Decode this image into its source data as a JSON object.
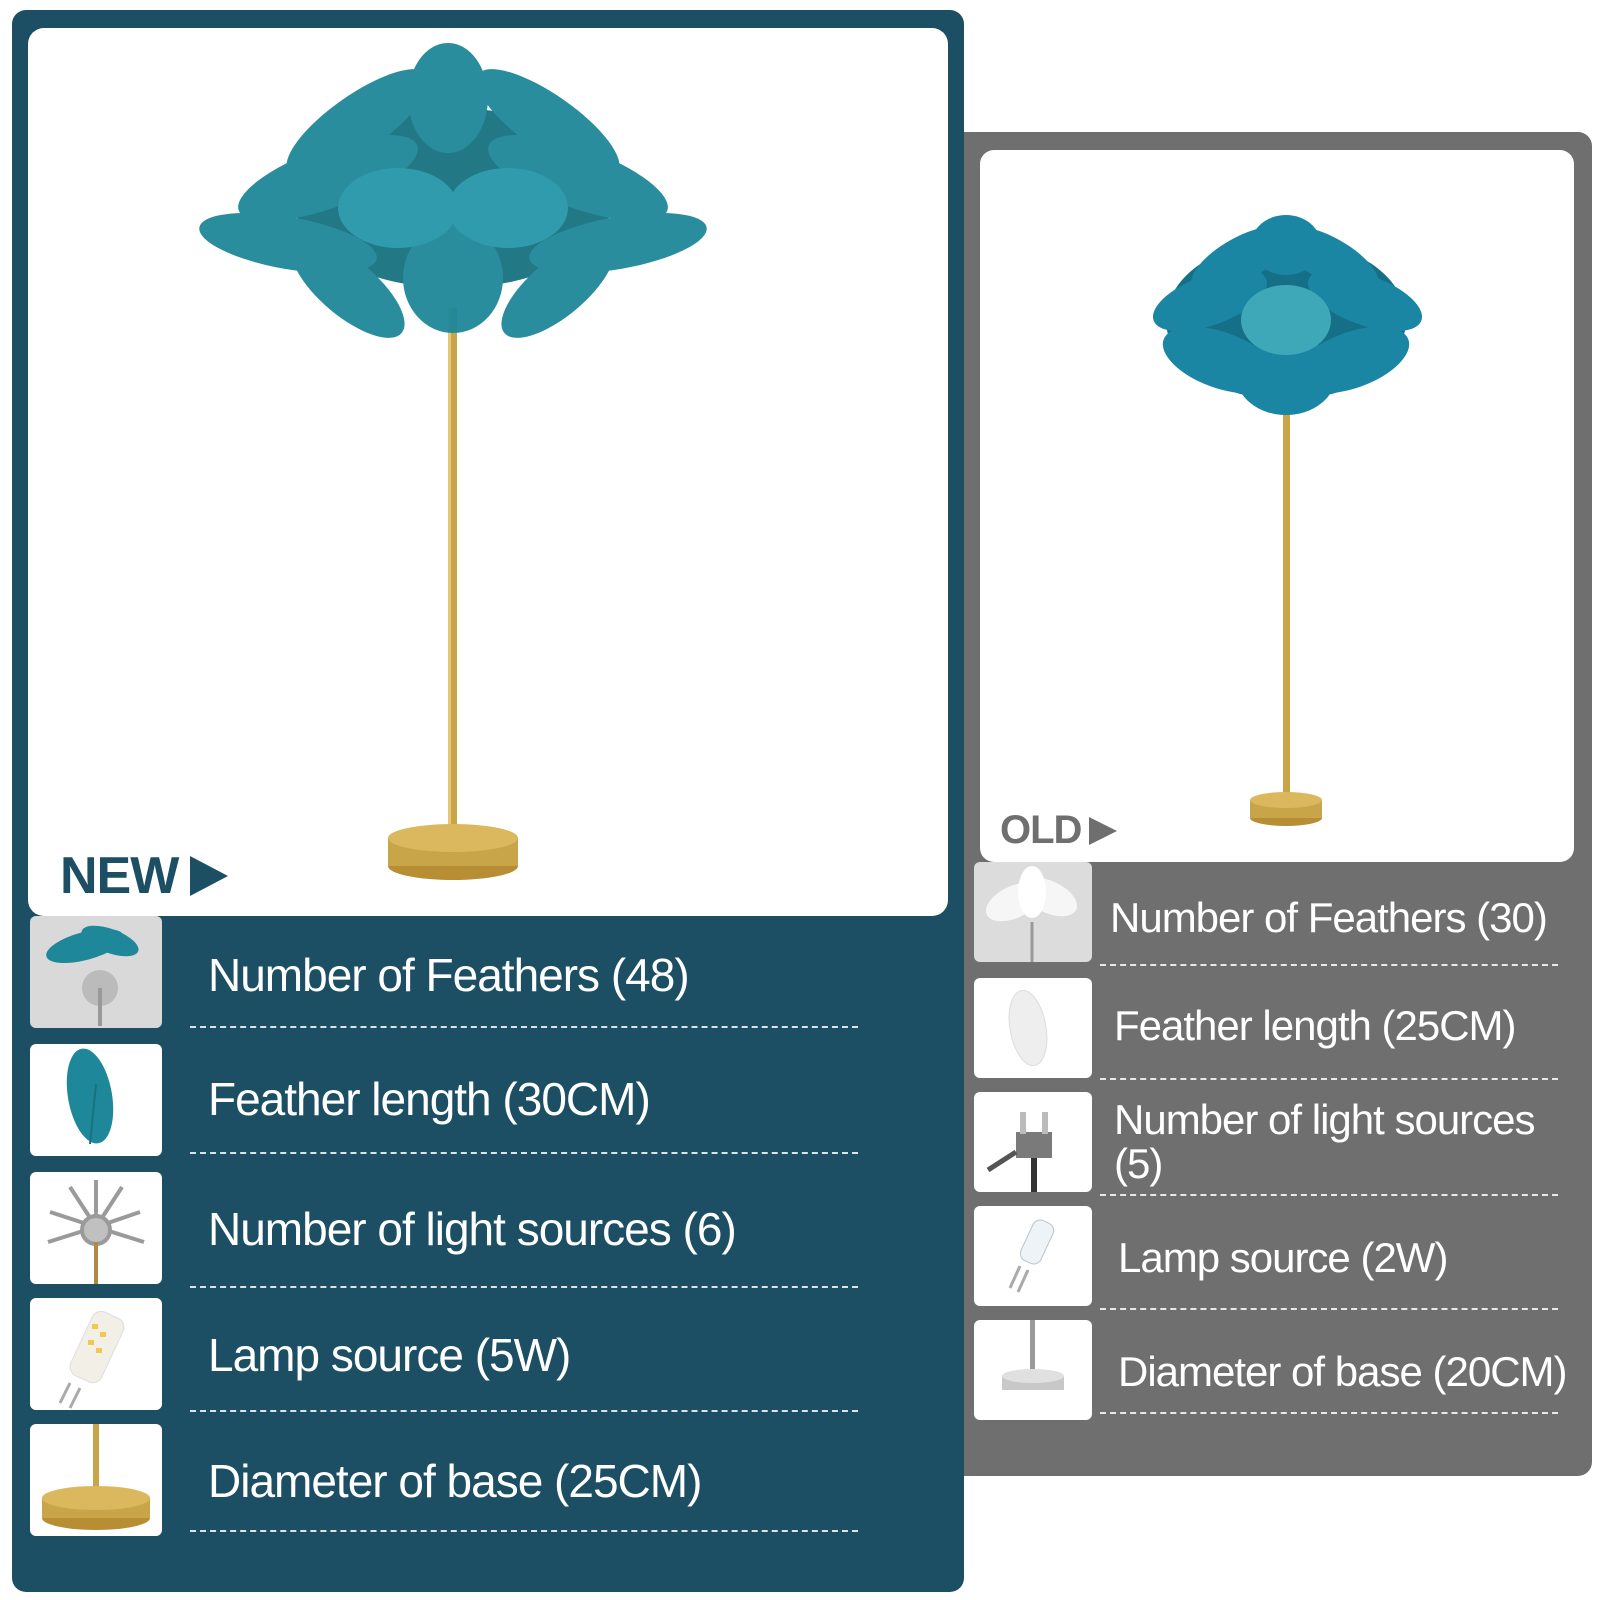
{
  "new": {
    "label": "NEW",
    "specs": [
      {
        "text": "Number of Feathers (48)",
        "thumb": "feathers-with-bulbs"
      },
      {
        "text": "Feather length (30CM)",
        "thumb": "single-teal-feather"
      },
      {
        "text": "Number of light sources (6)",
        "thumb": "bulb-cluster"
      },
      {
        "text": "Lamp source (5W)",
        "thumb": "led-bulb"
      },
      {
        "text": "Diameter of base (25CM)",
        "thumb": "gold-base"
      }
    ]
  },
  "old": {
    "label": "OLD",
    "specs": [
      {
        "text": "Number of Feathers (30)",
        "thumb": "white-feathers"
      },
      {
        "text": "Feather length (25CM)",
        "thumb": "single-white-feather"
      },
      {
        "text": "Number of light sources (5)",
        "thumb": "bulb-holder"
      },
      {
        "text": "Lamp source (2W)",
        "thumb": "halogen-bulb"
      },
      {
        "text": "Diameter of base (20CM)",
        "thumb": "silver-base"
      }
    ]
  },
  "colors": {
    "new_panel": "#1c4e64",
    "old_panel": "#6f6f6f",
    "feather": "#1e8799",
    "gold": "#c9a54a"
  }
}
